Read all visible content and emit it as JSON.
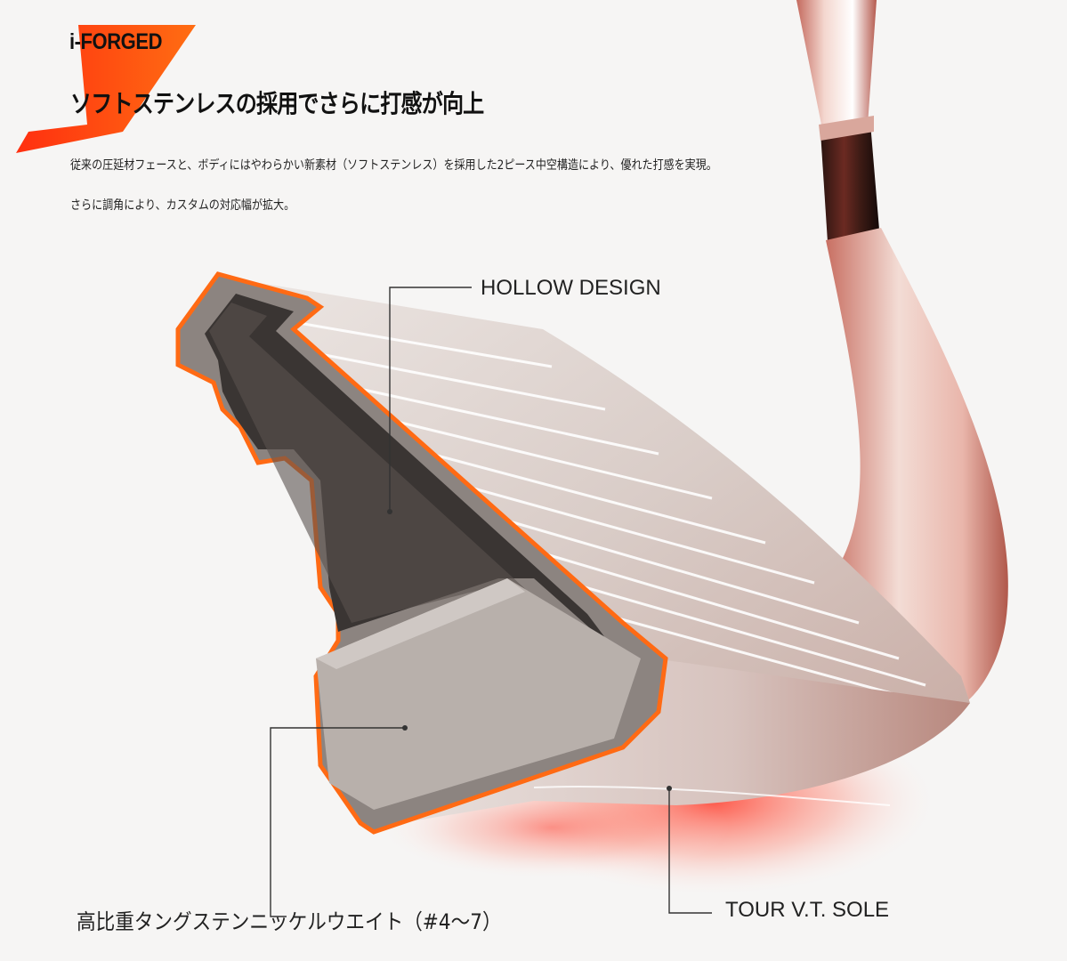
{
  "header": {
    "brand": "i-FORGED",
    "headline": "ソフトステンレスの採用でさらに打感が向上"
  },
  "description": {
    "line1": "従来の圧延材フェースと、ボディにはやわらかい新素材（ソフトステンレス）を採用した2ピース中空構造により、優れた打感を実現。",
    "line2": "さらに調角により、カスタムの対応幅が拡大。"
  },
  "callouts": {
    "hollow_design": "HOLLOW DESIGN",
    "tungsten_weight": "高比重タングステンニッケルウエイト（#4〜7）",
    "sole": "TOUR V.T. SOLE"
  },
  "colors": {
    "accent": "#ff4a12",
    "accent_light": "#ff7a1e",
    "background": "#f6f5f4"
  }
}
